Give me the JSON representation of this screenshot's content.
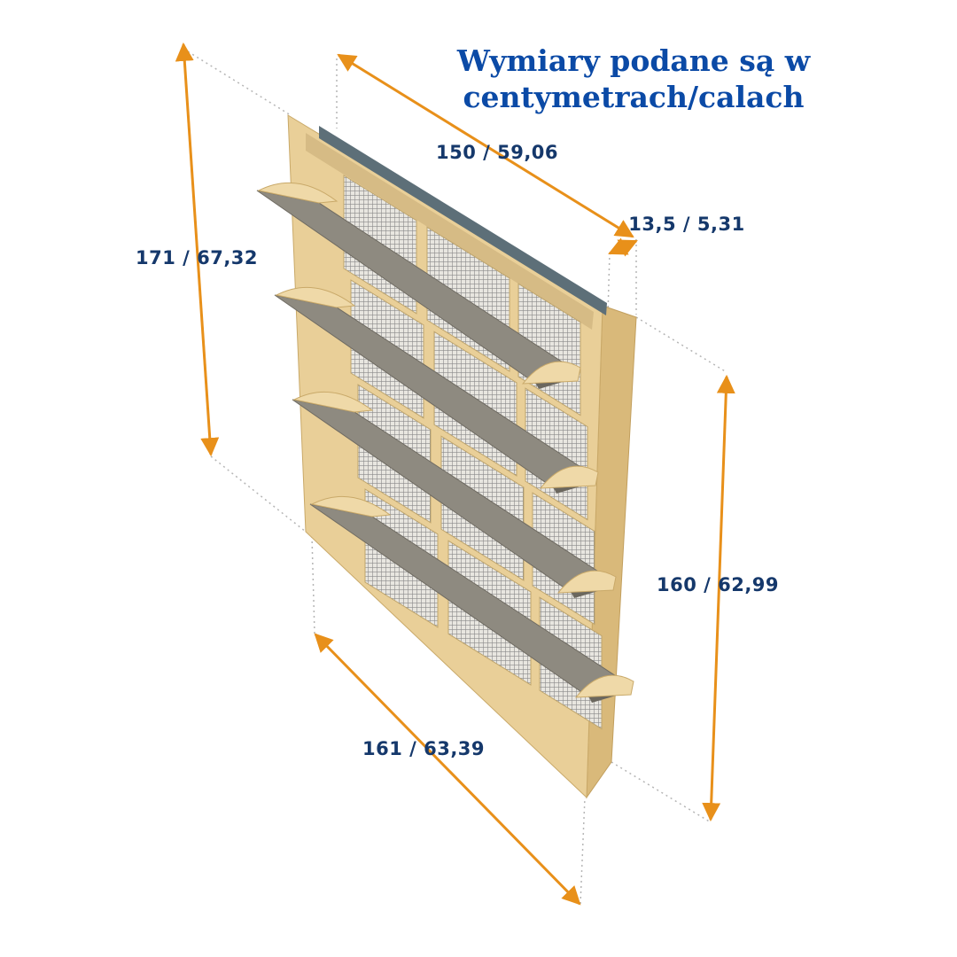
{
  "title": {
    "line1": "Wymiary podane są w",
    "line2": "centymetrach/calach"
  },
  "dimensions": {
    "height_total": "171 / 67,32",
    "width_top": "150 / 59,06",
    "depth": "13,5 / 5,31",
    "height_inner": "160 / 62,99",
    "width_bottom": "161 / 63,39"
  },
  "colors": {
    "arrow": "#E8901A",
    "label": "#15386B",
    "title": "#0B4AA6",
    "frame": "#E9CF98",
    "louver": "#8E8A80"
  }
}
